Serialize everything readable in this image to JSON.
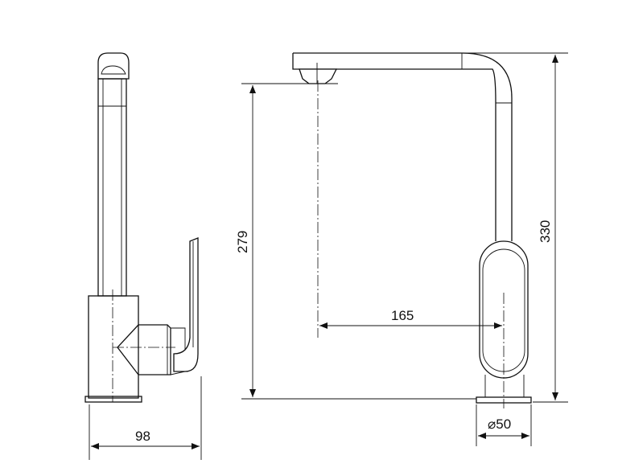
{
  "dimensions": {
    "base_width": "98",
    "spout_height": "279",
    "total_height": "330",
    "spout_reach": "165",
    "base_diameter": "⌀50"
  }
}
